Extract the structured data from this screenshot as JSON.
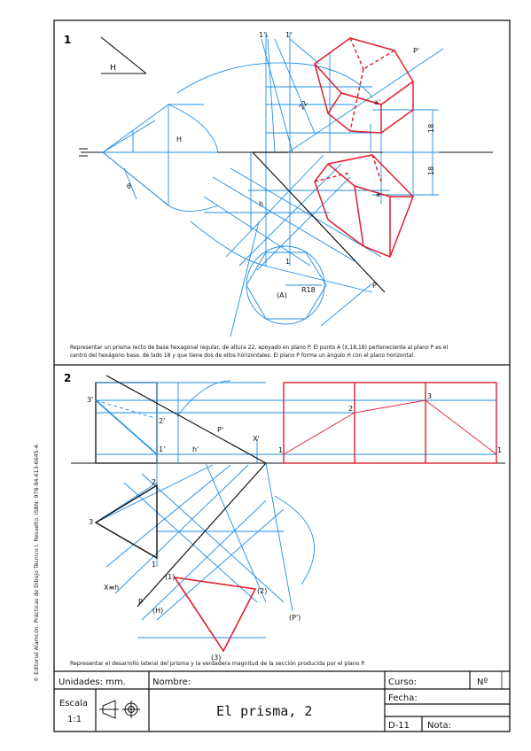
{
  "problem1": {
    "number": "1",
    "h_box_label": "H",
    "labels": {
      "one_prime_sub": "1'₁",
      "one_prime": "1'",
      "p_prime": "P'",
      "dim_22": "22",
      "a_prime": "a'",
      "dim_18_top": "18",
      "dim_18_bottom": "18",
      "a": "a",
      "h_small": "h",
      "one": "1",
      "p": "P",
      "A": "(A)",
      "r18": "R18",
      "H_angle": "H",
      "theta": "θ"
    },
    "statement_line1": "Representar un prisma recto de base hexagonal regular, de altura 22,  apoyado en plano P. El punto A (X,18,18) perteneciente al  plano P es el",
    "statement_line2": "centro del hexágono base, de lado 18 y que tiene dos de ellos horizontales. El plano P forma un ángulo H con el plano horizontal."
  },
  "problem2": {
    "number": "2",
    "labels": {
      "three_prime": "3'",
      "two_prime": "2'",
      "one_prime": "1'",
      "h_prime": "h'",
      "p_prime": "P'",
      "x_prime": "X'",
      "dev_1_left": "1",
      "dev_2": "2",
      "dev_3": "3",
      "dev_1_right": "1",
      "plan_2": "2",
      "plan_3": "3",
      "plan_1": "1",
      "x_eq_h": "X≡h",
      "p": "P",
      "s1": "(1)",
      "s2": "(2)",
      "s3": "(3)",
      "H_paren": "(H)",
      "P_paren": "(P')"
    },
    "statement": "Representar el desarrollo lateral del prisma y la verdadera magnitud de la sección producida por el plano P."
  },
  "side_text": "© Editorial Alamcón. Prácticas de Dibujo Técnico I. Resuelto.  ISBN: 978-84-613-6645-4.",
  "title_block": {
    "units_label": "Unidades: mm.",
    "name_label": "Nombre:",
    "course_label": "Curso:",
    "number_label": "Nº",
    "scale_label": "Escala",
    "scale_value": "1:1",
    "title": "El prisma, 2",
    "date_label": "Fecha:",
    "sheet_code": "D-11",
    "grade_label": "Nota:"
  },
  "colors": {
    "construction": "#1e8ee6",
    "solution": "#e0202e",
    "frame": "#111111"
  }
}
